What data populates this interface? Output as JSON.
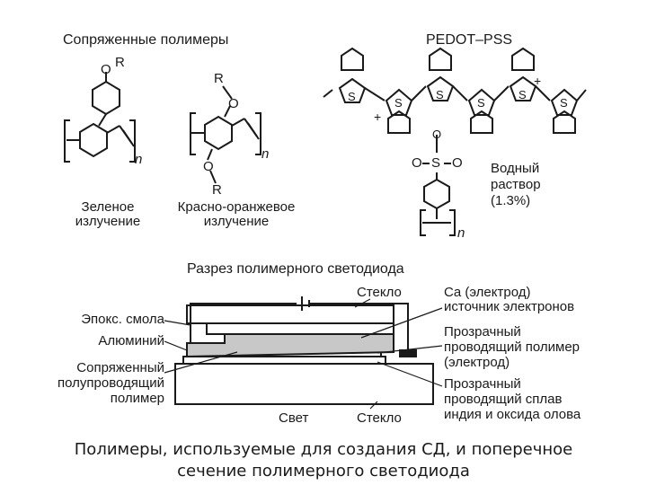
{
  "top": {
    "conjugated_title": "Сопряженные полимеры",
    "pedot_title": "PEDOT–PSS",
    "sub_r": "R",
    "sub_o": "O",
    "sub_s": "S",
    "sub_n": "n",
    "green_label": [
      "Зеленое",
      "излучение"
    ],
    "red_label": [
      "Красно-оранжевое",
      "излучение"
    ],
    "aqueous_label": [
      "Водный",
      "раствор",
      "(1.3%)"
    ]
  },
  "section": {
    "title": "Разрез полимерного светодиода",
    "glass_top": "Стекло",
    "glass_bottom": "Стекло",
    "light": "Свет",
    "epoxy": "Эпокс. смола",
    "aluminum": "Алюминий",
    "semiconductor": [
      "Сопряженный",
      "полупроводящий",
      "полимер"
    ],
    "ca_electrode": [
      "Ca (электрод)",
      "источник электронов"
    ],
    "transparent_polymer": [
      "Прозрачный",
      "проводящий полимер",
      "(электрод)"
    ],
    "ito": [
      "Прозрачный",
      "проводящий сплав",
      "индия и оксида олова"
    ]
  },
  "caption": [
    "Полимеры, используемые для создания СД, и поперечное",
    "сечение полимерного светодиода"
  ]
}
